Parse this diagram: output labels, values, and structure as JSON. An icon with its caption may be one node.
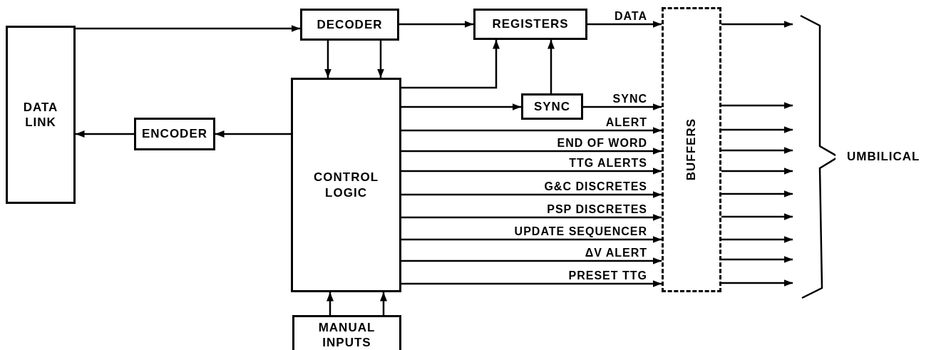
{
  "diagram": {
    "nodes": [
      {
        "text": [
          "DATA LINK"
        ]
      },
      {
        "text": [
          "DECODER"
        ]
      },
      {
        "text": [
          "REGISTERS"
        ]
      },
      {
        "text": [
          "BUFFERS"
        ]
      },
      {
        "text": [
          "ENCODER"
        ]
      },
      {
        "text": [
          "CONTROL LOGIC"
        ]
      },
      {
        "text": [
          "SYNC"
        ]
      },
      {
        "text": [
          "MANUAL INPUTS"
        ]
      },
      {
        "text": [
          "UMBILICAL"
        ]
      }
    ],
    "edges": [
      {
        "from": 0,
        "to": 1,
        "arrow": "to"
      },
      {
        "from": 1,
        "to": 5,
        "arrow": "to"
      },
      {
        "from": 1,
        "to": 5,
        "arrow": "to"
      },
      {
        "from": 1,
        "to": 2,
        "arrow": "to"
      },
      {
        "from": 2,
        "to": 3,
        "arrow": "to",
        "label": "DATA"
      },
      {
        "from": 5,
        "to": 2,
        "arrow": "to"
      },
      {
        "from": 5,
        "to": 6,
        "arrow": "to"
      },
      {
        "from": 6,
        "to": 2,
        "arrow": "to"
      },
      {
        "from": 6,
        "to": 3,
        "arrow": "to",
        "label": "SYNC"
      },
      {
        "from": 5,
        "to": 3,
        "arrow": "to",
        "label": "ALERT"
      },
      {
        "from": 5,
        "to": 3,
        "arrow": "to",
        "label": "END OF WORD"
      },
      {
        "from": 5,
        "to": 3,
        "arrow": "to",
        "label": "TTG ALERTS"
      },
      {
        "from": 5,
        "to": 3,
        "arrow": "to",
        "label": "G&C DISCRETES"
      },
      {
        "from": 5,
        "to": 3,
        "arrow": "to",
        "label": "PSP DISCRETES"
      },
      {
        "from": 5,
        "to": 3,
        "arrow": "to",
        "label": "UPDATE SEQUENCER"
      },
      {
        "from": 5,
        "to": 3,
        "arrow": "to",
        "label": "ΔV ALERT"
      },
      {
        "from": 5,
        "to": 3,
        "arrow": "to",
        "label": "PRESET TTG"
      },
      {
        "from": 5,
        "to": 4,
        "arrow": "to"
      },
      {
        "from": 4,
        "to": 0,
        "arrow": "to"
      },
      {
        "from": 7,
        "to": 5,
        "arrow": "to"
      },
      {
        "from": 7,
        "to": 5,
        "arrow": "to"
      },
      {
        "from": 3,
        "to": 8,
        "arrow": "to"
      },
      {
        "from": 3,
        "to": 8,
        "arrow": "to"
      },
      {
        "from": 3,
        "to": 8,
        "arrow": "to"
      },
      {
        "from": 3,
        "to": 8,
        "arrow": "to"
      },
      {
        "from": 3,
        "to": 8,
        "arrow": "to"
      },
      {
        "from": 3,
        "to": 8,
        "arrow": "to"
      },
      {
        "from": 3,
        "to": 8,
        "arrow": "to"
      },
      {
        "from": 3,
        "to": 8,
        "arrow": "to"
      },
      {
        "from": 3,
        "to": 8,
        "arrow": "to"
      },
      {
        "from": 3,
        "to": 8,
        "arrow": "to"
      }
    ]
  }
}
